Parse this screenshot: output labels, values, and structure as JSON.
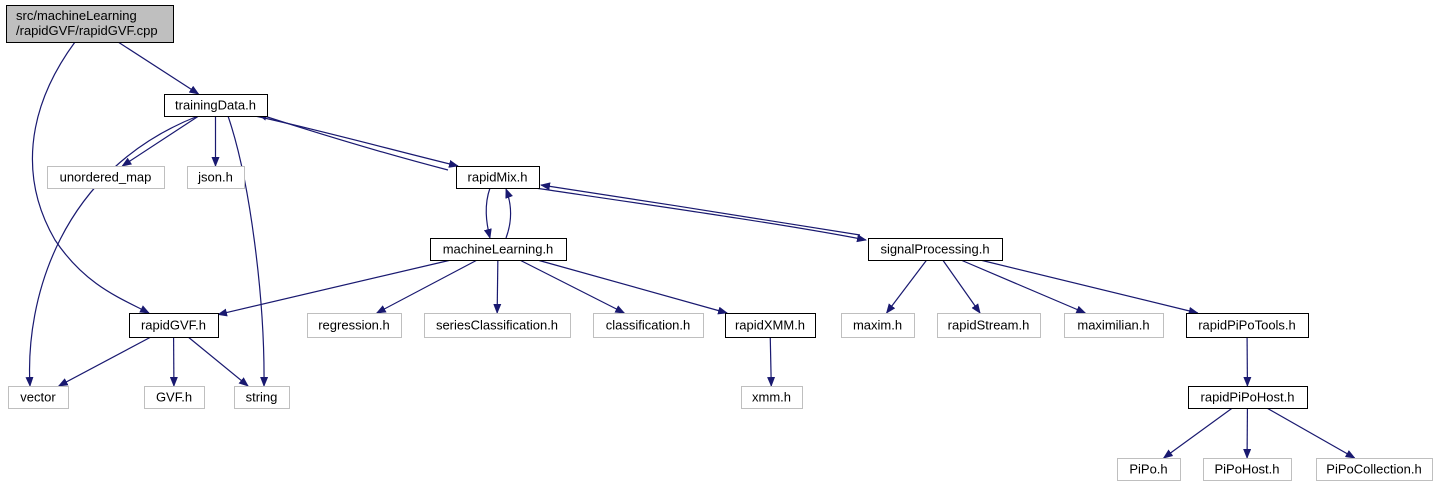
{
  "colors": {
    "edge": "#191970",
    "root_fill": "#bfbfbf",
    "system_border": "#bfbfbf"
  },
  "nodes": {
    "root": {
      "lines": [
        "src/machineLearning",
        "/rapidGVF/rapidGVF.cpp"
      ],
      "kind": "root"
    },
    "trainingData": {
      "lines": [
        "trainingData.h"
      ],
      "kind": "documented"
    },
    "unordered_map": {
      "lines": [
        "unordered_map"
      ],
      "kind": "system"
    },
    "json": {
      "lines": [
        "json.h"
      ],
      "kind": "system"
    },
    "rapidMix": {
      "lines": [
        "rapidMix.h"
      ],
      "kind": "documented"
    },
    "machineLearning": {
      "lines": [
        "machineLearning.h"
      ],
      "kind": "documented"
    },
    "signalProcessing": {
      "lines": [
        "signalProcessing.h"
      ],
      "kind": "documented"
    },
    "rapidGVFh": {
      "lines": [
        "rapidGVF.h"
      ],
      "kind": "documented"
    },
    "regression": {
      "lines": [
        "regression.h"
      ],
      "kind": "system"
    },
    "seriesClassification": {
      "lines": [
        "seriesClassification.h"
      ],
      "kind": "system"
    },
    "classification": {
      "lines": [
        "classification.h"
      ],
      "kind": "system"
    },
    "rapidXMM": {
      "lines": [
        "rapidXMM.h"
      ],
      "kind": "documented"
    },
    "maxim": {
      "lines": [
        "maxim.h"
      ],
      "kind": "system"
    },
    "rapidStream": {
      "lines": [
        "rapidStream.h"
      ],
      "kind": "system"
    },
    "maximilian": {
      "lines": [
        "maximilian.h"
      ],
      "kind": "system"
    },
    "rapidPiPoTools": {
      "lines": [
        "rapidPiPoTools.h"
      ],
      "kind": "documented"
    },
    "vector": {
      "lines": [
        "vector"
      ],
      "kind": "system"
    },
    "GVF": {
      "lines": [
        "GVF.h"
      ],
      "kind": "system"
    },
    "string": {
      "lines": [
        "string"
      ],
      "kind": "system"
    },
    "xmm": {
      "lines": [
        "xmm.h"
      ],
      "kind": "system"
    },
    "rapidPiPoHost": {
      "lines": [
        "rapidPiPoHost.h"
      ],
      "kind": "documented"
    },
    "PiPo": {
      "lines": [
        "PiPo.h"
      ],
      "kind": "system"
    },
    "PiPoHost": {
      "lines": [
        "PiPoHost.h"
      ],
      "kind": "system"
    },
    "PiPoCollection": {
      "lines": [
        "PiPoCollection.h"
      ],
      "kind": "system"
    }
  },
  "edges": [
    [
      "root",
      "trainingData"
    ],
    [
      "root",
      "rapidGVFh"
    ],
    [
      "trainingData",
      "unordered_map"
    ],
    [
      "trainingData",
      "json"
    ],
    [
      "trainingData",
      "rapidMix"
    ],
    [
      "trainingData",
      "vector"
    ],
    [
      "trainingData",
      "string"
    ],
    [
      "rapidMix",
      "trainingData"
    ],
    [
      "rapidMix",
      "machineLearning"
    ],
    [
      "rapidMix",
      "signalProcessing"
    ],
    [
      "machineLearning",
      "rapidMix"
    ],
    [
      "machineLearning",
      "rapidGVFh"
    ],
    [
      "machineLearning",
      "regression"
    ],
    [
      "machineLearning",
      "seriesClassification"
    ],
    [
      "machineLearning",
      "classification"
    ],
    [
      "machineLearning",
      "rapidXMM"
    ],
    [
      "signalProcessing",
      "rapidMix"
    ],
    [
      "signalProcessing",
      "maxim"
    ],
    [
      "signalProcessing",
      "rapidStream"
    ],
    [
      "signalProcessing",
      "maximilian"
    ],
    [
      "signalProcessing",
      "rapidPiPoTools"
    ],
    [
      "rapidGVFh",
      "vector"
    ],
    [
      "rapidGVFh",
      "GVF"
    ],
    [
      "rapidGVFh",
      "string"
    ],
    [
      "rapidXMM",
      "xmm"
    ],
    [
      "rapidPiPoTools",
      "rapidPiPoHost"
    ],
    [
      "rapidPiPoHost",
      "PiPo"
    ],
    [
      "rapidPiPoHost",
      "PiPoHost"
    ],
    [
      "rapidPiPoHost",
      "PiPoCollection"
    ]
  ]
}
